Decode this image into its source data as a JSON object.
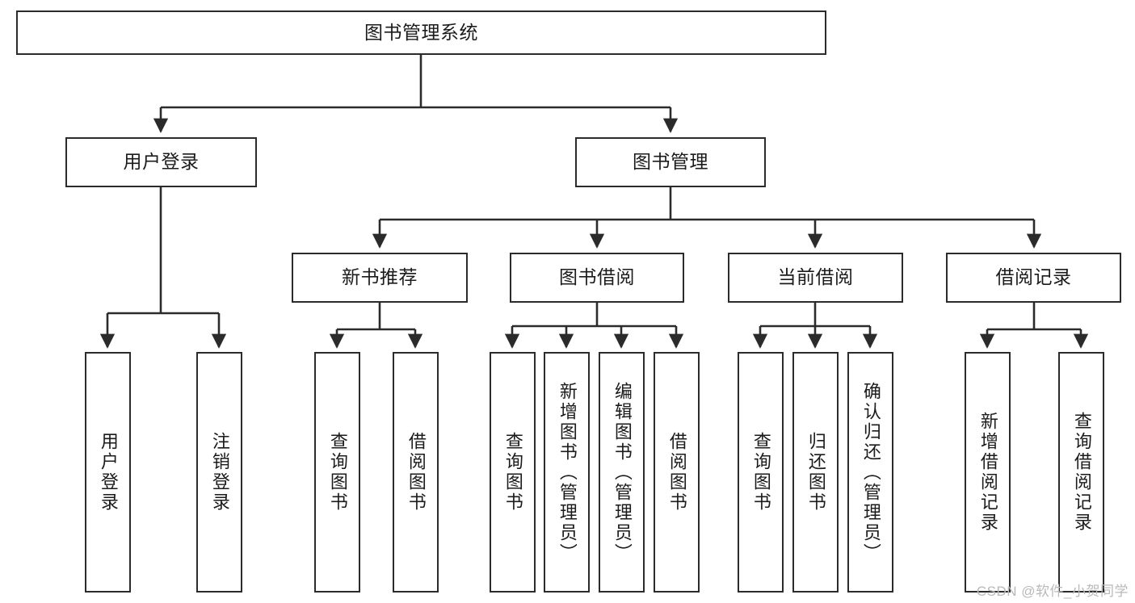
{
  "diagram": {
    "title": "图书管理系统",
    "type": "tree",
    "colors": {
      "box_border": "#2b2b2b",
      "box_fill": "#ffffff",
      "edge": "#2b2b2b",
      "text": "#1b1b1b",
      "watermark": "#b9b9b9",
      "background": "#ffffff"
    },
    "root": {
      "label": "图书管理系统"
    },
    "level2": [
      {
        "label": "用户登录"
      },
      {
        "label": "图书管理"
      }
    ],
    "level3": [
      {
        "label": "新书推荐"
      },
      {
        "label": "图书借阅"
      },
      {
        "label": "当前借阅"
      },
      {
        "label": "借阅记录"
      }
    ],
    "leaves": {
      "user_login": [
        {
          "label": "用户登录"
        },
        {
          "label": "注销登录"
        }
      ],
      "new_book_recommend": [
        {
          "label": "查询图书"
        },
        {
          "label": "借阅图书"
        }
      ],
      "book_borrow": [
        {
          "label": "查询图书"
        },
        {
          "label": "新增图书（管理员）"
        },
        {
          "label": "编辑图书（管理员）"
        },
        {
          "label": "借阅图书"
        }
      ],
      "current_borrow": [
        {
          "label": "查询图书"
        },
        {
          "label": "归还图书"
        },
        {
          "label": "确认归还（管理员）"
        }
      ],
      "borrow_record": [
        {
          "label": "新增借阅记录"
        },
        {
          "label": "查询借阅记录"
        }
      ]
    }
  },
  "watermark": {
    "text": "CSDN @软件_小贺同学"
  }
}
